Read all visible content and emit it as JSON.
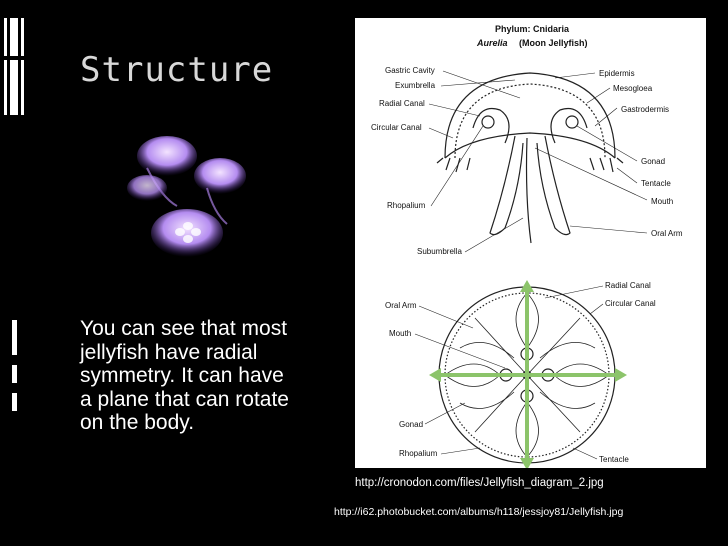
{
  "slide": {
    "title": "Structure",
    "body": "You can see that most jellyfish have radial symmetry. It can have a plane that can rotate on the body.",
    "credit_diagram": "http://cronodon.com/files/Jellyfish_diagram_2.jpg",
    "credit_photo": "http://i62.photobucket.com/albums/h118/jessjoy81/Jellyfish.jpg"
  },
  "diagram": {
    "phylum": "Phylum: Cnidaria",
    "species_italic": "Aurelia",
    "species_common": "(Moon Jellyfish)",
    "side_labels_left": [
      "Gastric Cavity",
      "Exumbrella",
      "Radial Canal",
      "Circular Canal",
      "Rhopalium",
      "Subumbrella"
    ],
    "side_labels_right": [
      "Epidermis",
      "Mesogloea",
      "Gastrodermis",
      "Gonad",
      "Tentacle",
      "Mouth",
      "Oral Arm"
    ],
    "top_labels_left": [
      "Oral Arm",
      "Mouth",
      "Gonad",
      "Rhopalium"
    ],
    "top_labels_right": [
      "Radial Canal",
      "Circular Canal",
      "Tentacle"
    ]
  },
  "colors": {
    "background": "#000000",
    "title": "#d8d8d8",
    "text": "#ffffff",
    "symmetry_axes": "#8cc46a",
    "jellyfish_glow": "#c9a0ff"
  },
  "icons": {
    "symmetry": "radial-symmetry-axes-icon"
  }
}
